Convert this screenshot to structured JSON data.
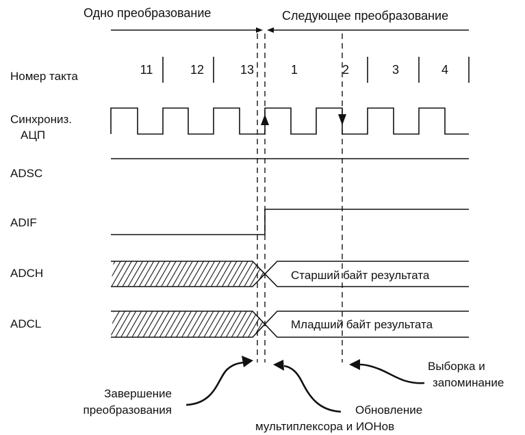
{
  "header": {
    "one_conversion": "Одно преобразование",
    "next_conversion": "Следующее преобразование"
  },
  "clock_row": {
    "label": "Номер такта",
    "cycles": [
      "11",
      "12",
      "13",
      "1",
      "2",
      "3",
      "4"
    ]
  },
  "signals": {
    "adc_clock_line1": "Синхрониз.",
    "adc_clock_line2": "АЦП",
    "adsc": "ADSC",
    "adif": "ADIF",
    "adch": "ADCH",
    "adcl": "ADCL"
  },
  "bus_values": {
    "adch": "Старший байт результата",
    "adcl": "Младший байт результата"
  },
  "annotations": {
    "end_line1": "Завершение",
    "end_line2": "преобразования",
    "update_line1": "Обновление",
    "update_line2": "мультиплексора и ИОНов",
    "sample_line1": "Выборка и",
    "sample_line2": "запоминание"
  },
  "colors": {
    "line": "#111111",
    "background": "#ffffff"
  }
}
